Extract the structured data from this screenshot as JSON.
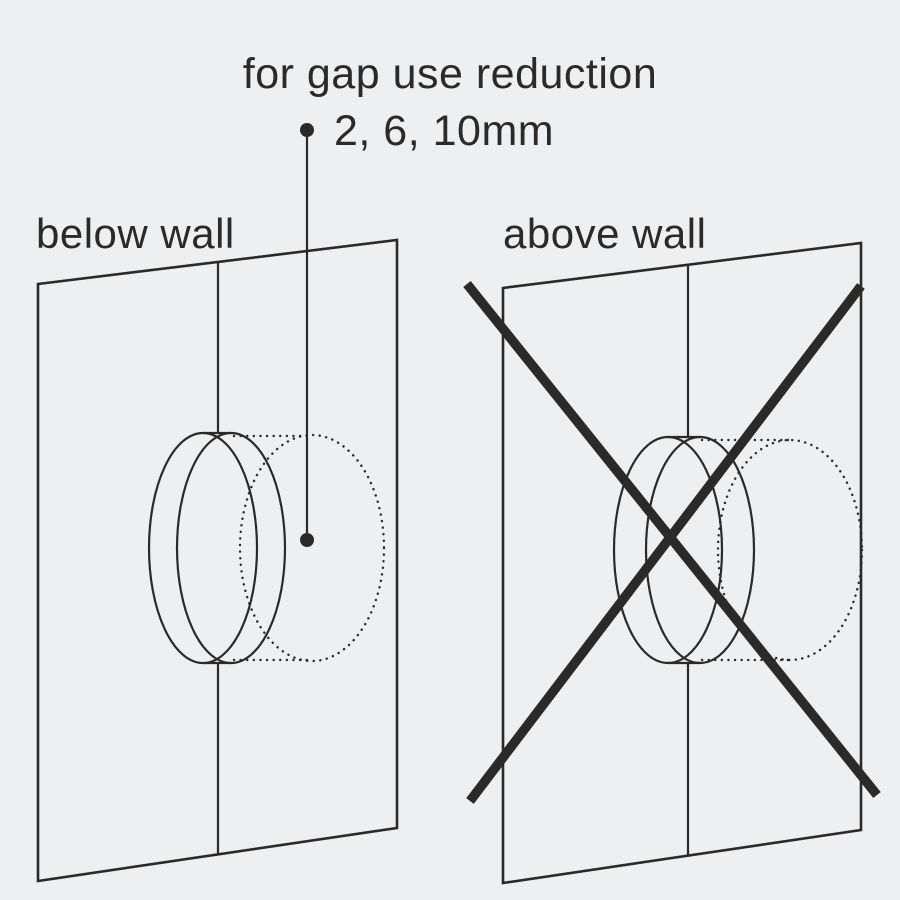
{
  "page": {
    "background": "#edeff0",
    "ink": "#2b2a29",
    "kind": "installation-instruction-diagram"
  },
  "annotation": {
    "line1": "for gap use reduction",
    "line2": "2, 6, 10mm",
    "bullet_icon": "leader-dot-icon",
    "pointer_target": "gap between knob and wall (left diagram)"
  },
  "diagrams": {
    "left": {
      "label": "below wall",
      "status": "allowed",
      "elements": [
        "wall-panel",
        "center-seam",
        "round-knob-cylinder",
        "dotted-recessed-outline",
        "leader-line-dot"
      ]
    },
    "right": {
      "label": "above wall",
      "status": "not-allowed",
      "cross_icon": "prohibition-cross-icon",
      "elements": [
        "wall-panel",
        "center-seam",
        "round-knob-cylinder",
        "dotted-recessed-outline",
        "prohibition-cross"
      ]
    }
  }
}
